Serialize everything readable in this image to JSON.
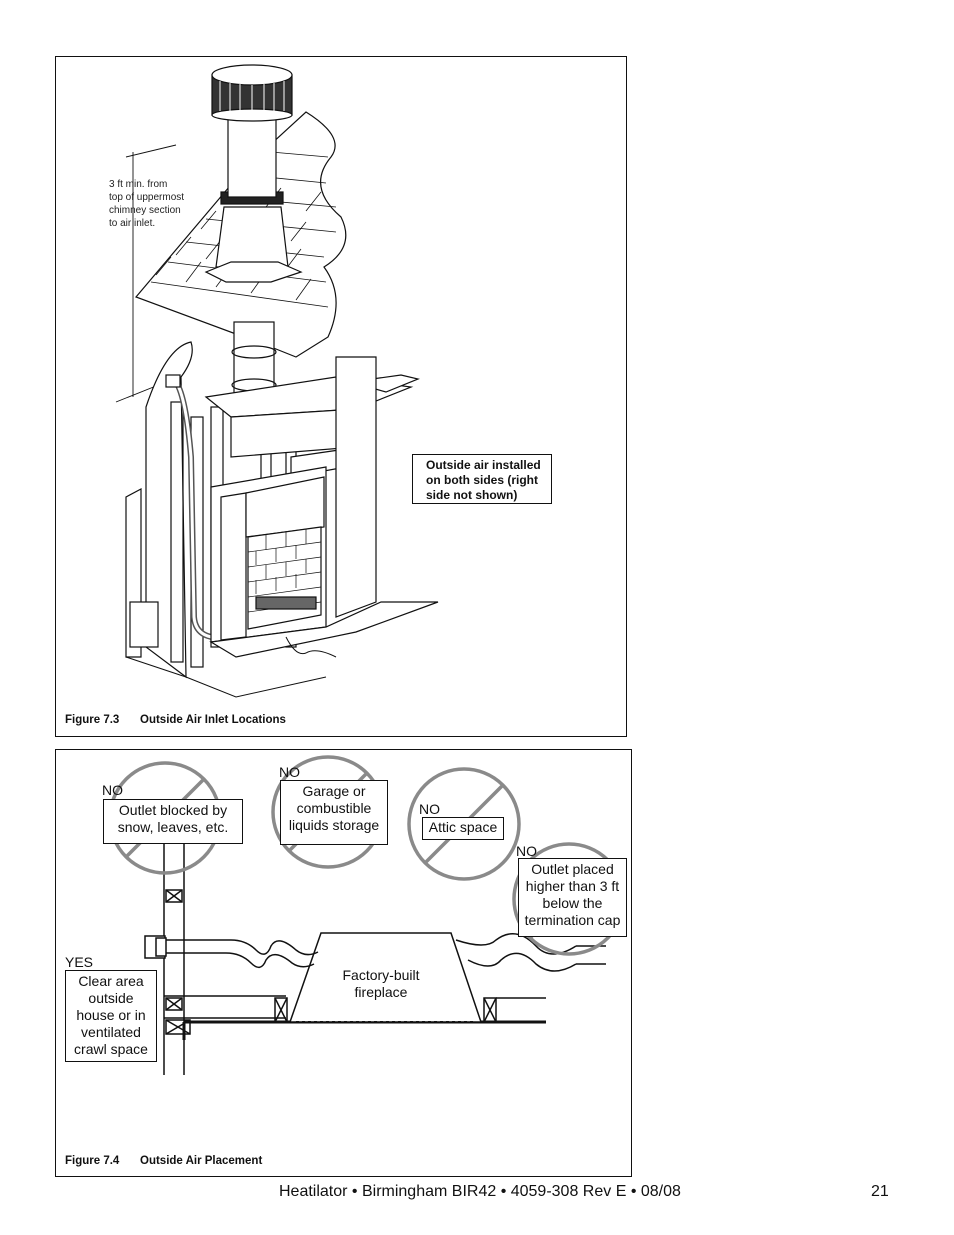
{
  "figure_73": {
    "number": "Figure 7.3",
    "title": "Outside Air Inlet Locations",
    "annotation": [
      "3 ft min. from",
      "top of uppermost",
      "chimney section",
      "to air inlet."
    ],
    "callout": [
      "Outside air installed",
      "on both sides (right",
      "side not shown)"
    ]
  },
  "figure_74": {
    "number": "Figure 7.4",
    "title": "Outside Air Placement",
    "no_snow": {
      "tag": "NO",
      "lines": [
        "Outlet blocked by",
        "snow, leaves, etc."
      ]
    },
    "no_garage": {
      "tag": "NO",
      "lines": [
        "Garage or",
        "combustible",
        "liquids storage"
      ]
    },
    "no_attic": {
      "tag": "NO",
      "lines": [
        "Attic space"
      ]
    },
    "no_higher": {
      "tag": "NO",
      "lines": [
        "Outlet placed",
        "higher than 3 ft",
        "below the",
        "termination cap"
      ]
    },
    "yes_clear": {
      "tag": "YES",
      "lines": [
        "Clear area",
        "outside",
        "house or in",
        "ventilated",
        "crawl space"
      ]
    },
    "fireplace": [
      "Factory-built",
      "fireplace"
    ]
  },
  "footer": {
    "text": "Heatilator • Birmingham BIR42 • 4059-308 Rev E • 08/08",
    "page_number": "21"
  },
  "colors": {
    "prohibition": "#8a8a8a",
    "line": "#111111"
  }
}
